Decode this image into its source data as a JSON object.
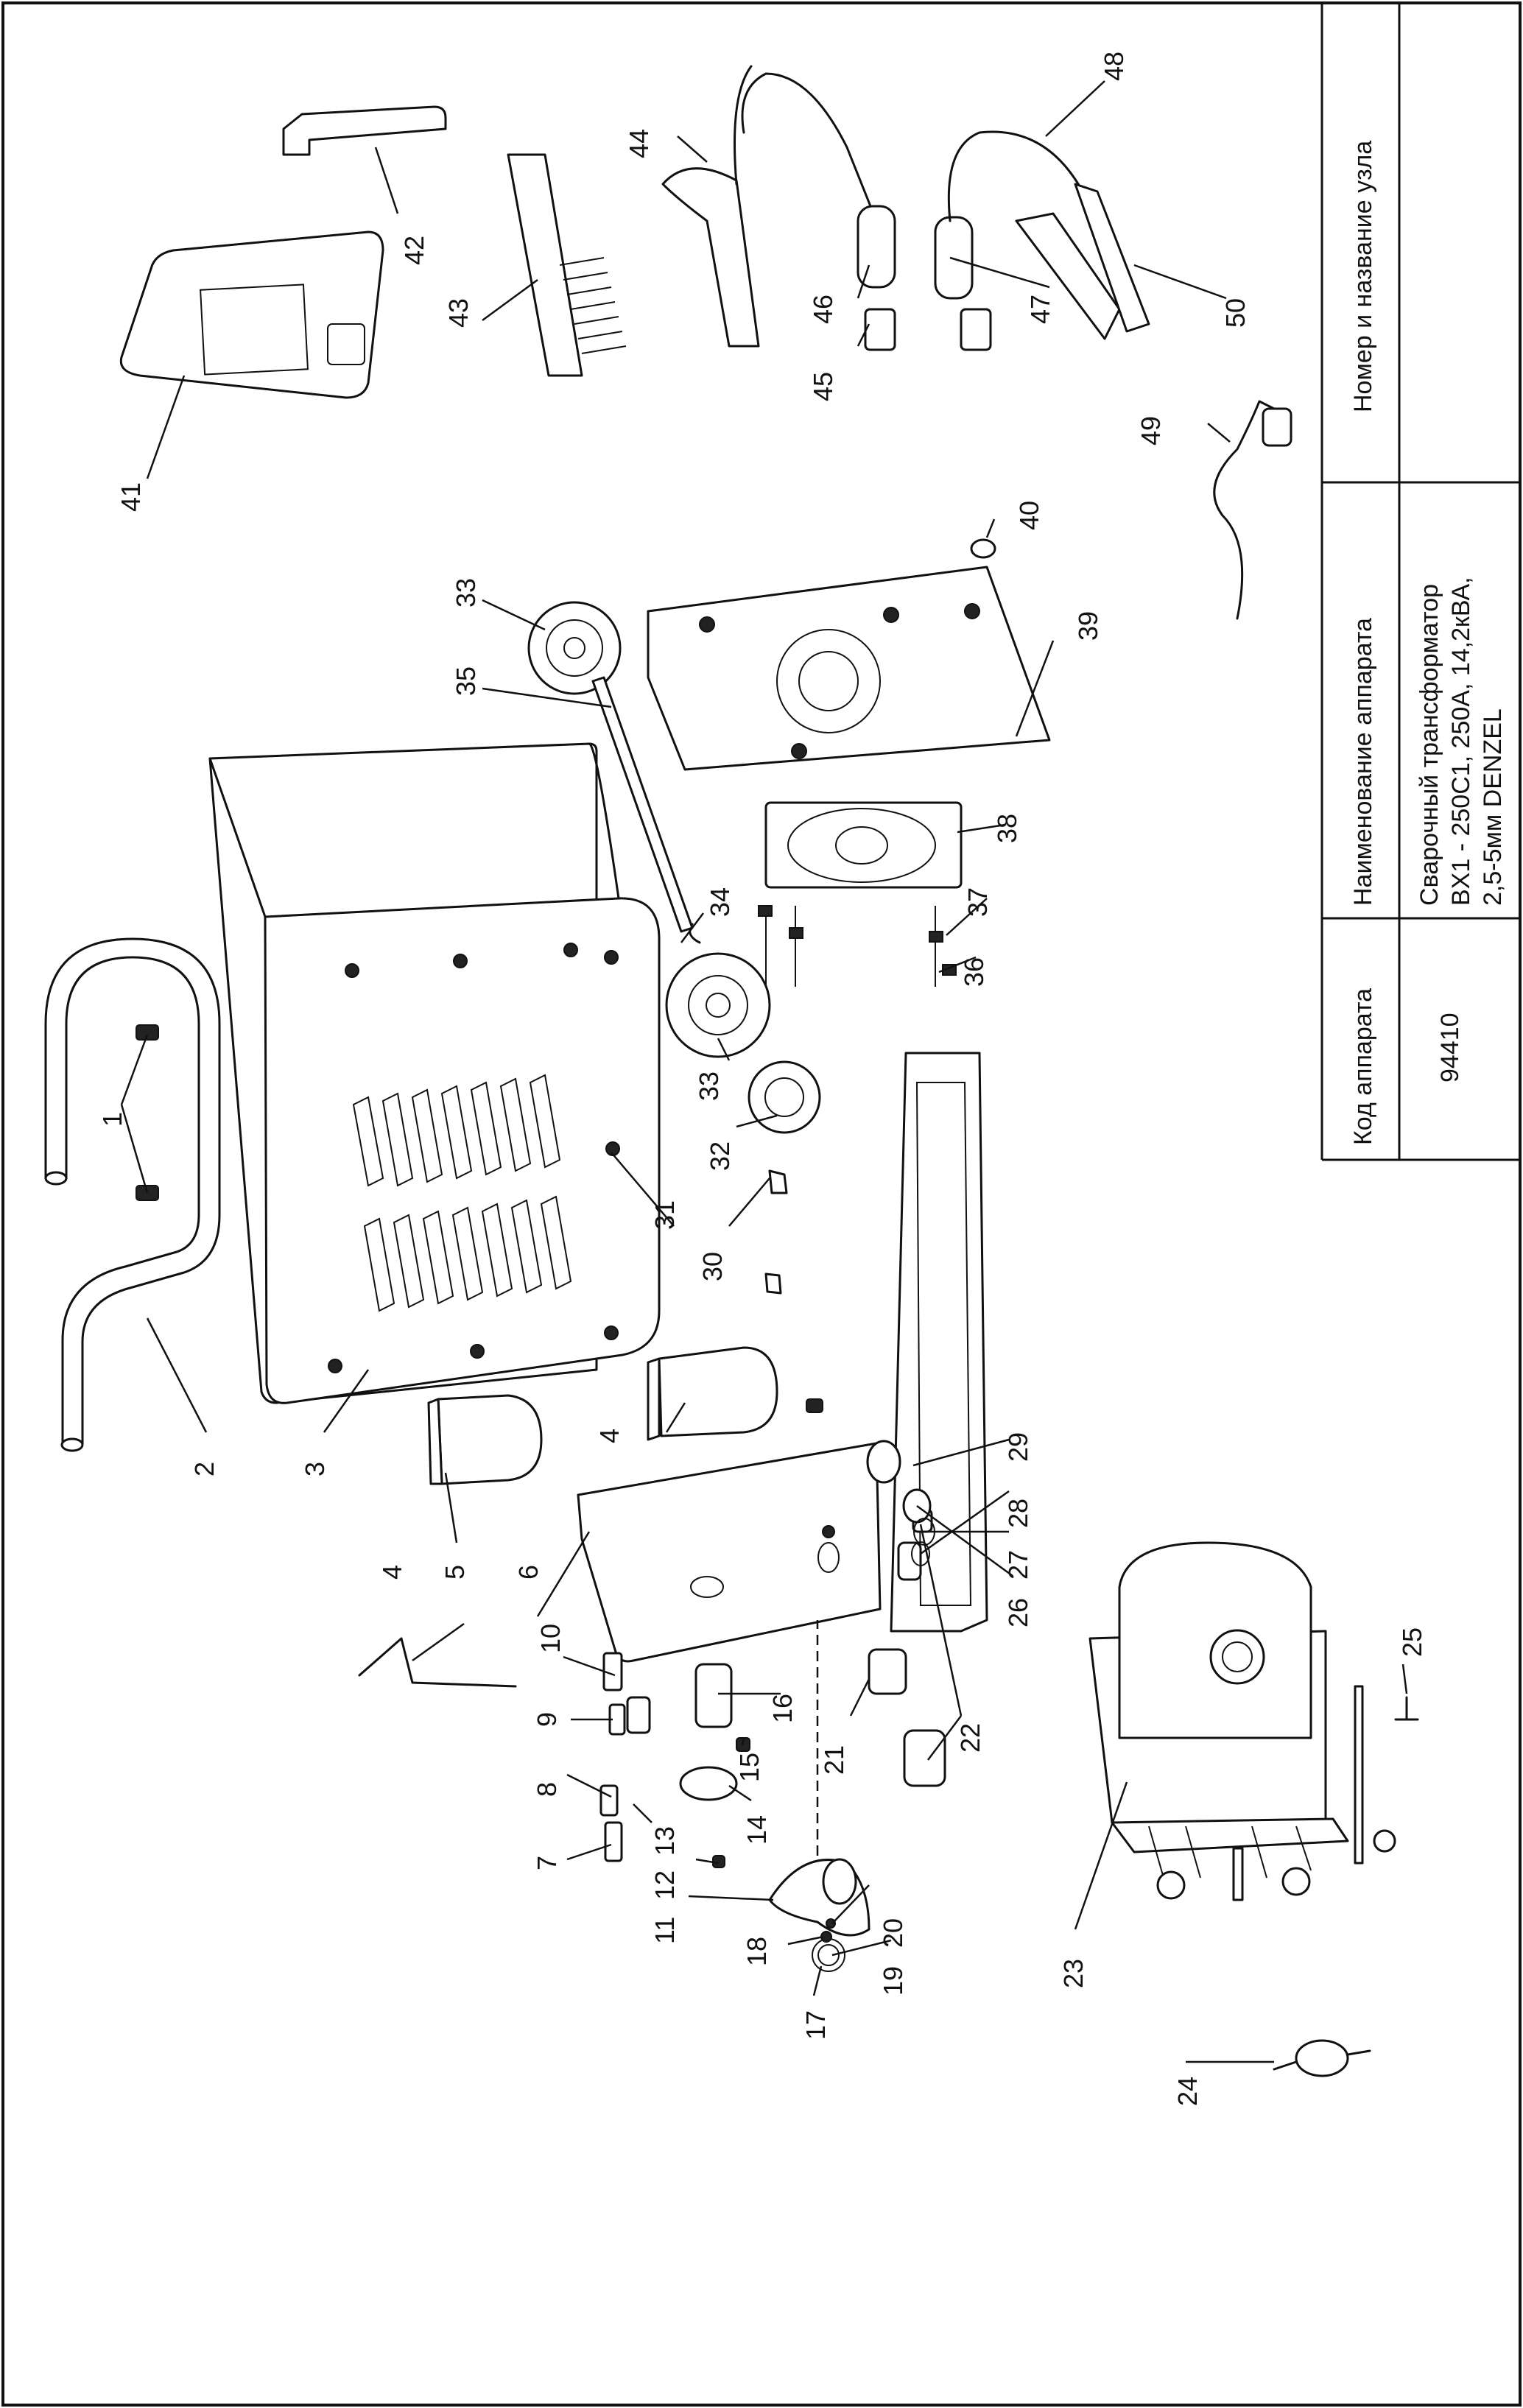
{
  "callouts": [
    {
      "id": "1",
      "text": "1"
    },
    {
      "id": "2",
      "text": "2"
    },
    {
      "id": "3",
      "text": "3"
    },
    {
      "id": "4a",
      "text": "4"
    },
    {
      "id": "4b",
      "text": "4"
    },
    {
      "id": "5",
      "text": "5"
    },
    {
      "id": "6",
      "text": "6"
    },
    {
      "id": "7",
      "text": "7"
    },
    {
      "id": "8",
      "text": "8"
    },
    {
      "id": "9",
      "text": "9"
    },
    {
      "id": "10",
      "text": "10"
    },
    {
      "id": "11",
      "text": "11"
    },
    {
      "id": "12",
      "text": "12"
    },
    {
      "id": "13",
      "text": "13"
    },
    {
      "id": "14",
      "text": "14"
    },
    {
      "id": "15",
      "text": "15"
    },
    {
      "id": "16",
      "text": "16"
    },
    {
      "id": "17",
      "text": "17"
    },
    {
      "id": "18",
      "text": "18"
    },
    {
      "id": "19",
      "text": "19"
    },
    {
      "id": "20",
      "text": "20"
    },
    {
      "id": "21",
      "text": "21"
    },
    {
      "id": "22",
      "text": "22"
    },
    {
      "id": "23",
      "text": "23"
    },
    {
      "id": "24",
      "text": "24"
    },
    {
      "id": "25",
      "text": "25"
    },
    {
      "id": "26",
      "text": "26"
    },
    {
      "id": "27",
      "text": "27"
    },
    {
      "id": "28",
      "text": "28"
    },
    {
      "id": "29",
      "text": "29"
    },
    {
      "id": "30",
      "text": "30"
    },
    {
      "id": "31",
      "text": "31"
    },
    {
      "id": "32",
      "text": "32"
    },
    {
      "id": "33a",
      "text": "33"
    },
    {
      "id": "33b",
      "text": "33"
    },
    {
      "id": "34",
      "text": "34"
    },
    {
      "id": "35",
      "text": "35"
    },
    {
      "id": "36",
      "text": "36"
    },
    {
      "id": "37",
      "text": "37"
    },
    {
      "id": "38",
      "text": "38"
    },
    {
      "id": "39",
      "text": "39"
    },
    {
      "id": "40",
      "text": "40"
    },
    {
      "id": "41",
      "text": "41"
    },
    {
      "id": "42",
      "text": "42"
    },
    {
      "id": "43",
      "text": "43"
    },
    {
      "id": "44",
      "text": "44"
    },
    {
      "id": "45",
      "text": "45"
    },
    {
      "id": "46",
      "text": "46"
    },
    {
      "id": "47",
      "text": "47"
    },
    {
      "id": "48",
      "text": "48"
    },
    {
      "id": "49",
      "text": "49"
    },
    {
      "id": "50",
      "text": "50"
    }
  ],
  "table": {
    "code_header": "Код аппарата",
    "code_value": "94410",
    "name_header": "Наименование аппарата",
    "name_line1": "Сварочный трансформатор",
    "name_line2": "BX1 - 250C1, 250A, 14,2кВА,",
    "name_line3": "2,5-5мм DENZEL",
    "node_header": "Номер и название узла",
    "node_value": ""
  }
}
